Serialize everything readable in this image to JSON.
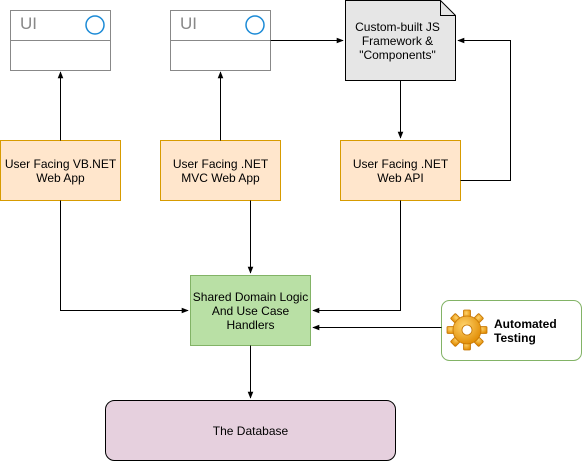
{
  "colors": {
    "orange_fill": "#ffe6cc",
    "orange_stroke": "#d79b00",
    "green_fill": "#b9e0a5",
    "green_stroke": "#82b366",
    "purple_fill": "#e6d0de",
    "purple_stroke": "#996185",
    "note_fill": "#e6e6e6",
    "ui_circle": "#1b8ad6",
    "line": "#000000"
  },
  "nodes": {
    "ui_left": {
      "title": "UI"
    },
    "ui_mid": {
      "title": "UI"
    },
    "js_framework": {
      "label": "Custom-built JS\nFramework &\n\"Components\""
    },
    "vbnet_app": {
      "label": "User Facing VB.NET\nWeb App"
    },
    "mvc_app": {
      "label": "User Facing .NET\nMVC Web App"
    },
    "web_api": {
      "label": "User Facing .NET\nWeb API"
    },
    "domain_logic": {
      "label": "Shared Domain Logic\nAnd Use Case\nHandlers"
    },
    "automated_testing": {
      "label": "Automated\nTesting",
      "icon": "gear-icon"
    },
    "database": {
      "label": "The Database"
    }
  }
}
